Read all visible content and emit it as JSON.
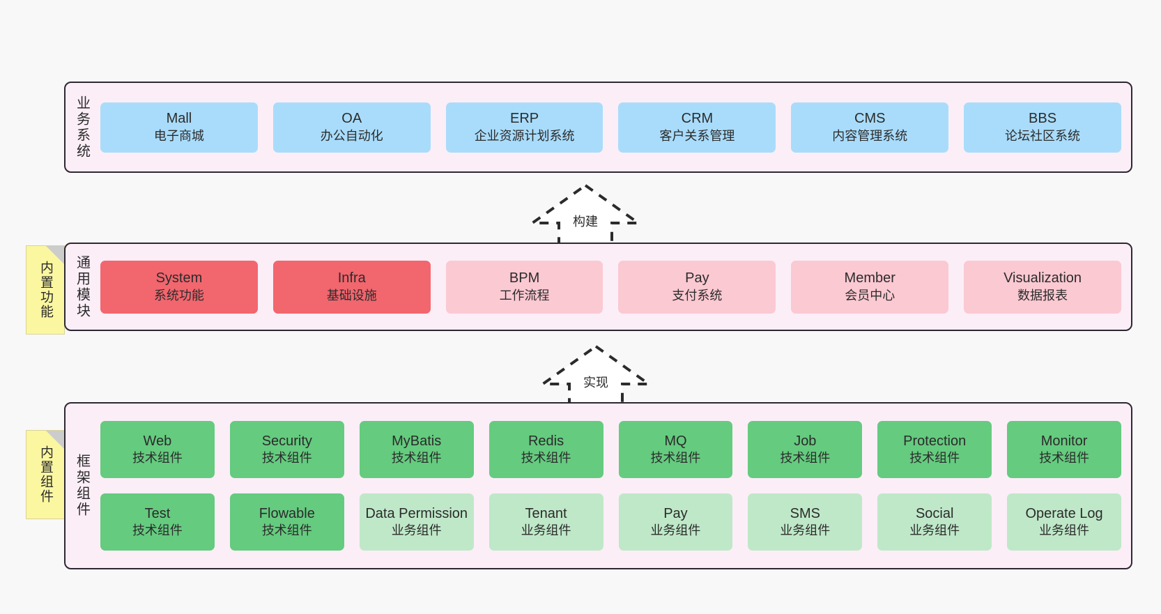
{
  "layers": [
    {
      "id": "business-system",
      "title": "业务系统",
      "rows": [
        [
          {
            "name": "mall",
            "l1": "Mall",
            "l2": "电子商城",
            "color": "c-blue"
          },
          {
            "name": "oa",
            "l1": "OA",
            "l2": "办公自动化",
            "color": "c-blue"
          },
          {
            "name": "erp",
            "l1": "ERP",
            "l2": "企业资源计划系统",
            "color": "c-blue"
          },
          {
            "name": "crm",
            "l1": "CRM",
            "l2": "客户关系管理",
            "color": "c-blue"
          },
          {
            "name": "cms",
            "l1": "CMS",
            "l2": "内容管理系统",
            "color": "c-blue"
          },
          {
            "name": "bbs",
            "l1": "BBS",
            "l2": "论坛社区系统",
            "color": "c-blue"
          }
        ]
      ]
    },
    {
      "id": "common-module",
      "title": "通用模块",
      "note": "内置功能",
      "rows": [
        [
          {
            "name": "system",
            "l1": "System",
            "l2": "系统功能",
            "color": "c-red"
          },
          {
            "name": "infra",
            "l1": "Infra",
            "l2": "基础设施",
            "color": "c-red"
          },
          {
            "name": "bpm",
            "l1": "BPM",
            "l2": "工作流程",
            "color": "c-pink"
          },
          {
            "name": "pay",
            "l1": "Pay",
            "l2": "支付系统",
            "color": "c-pink"
          },
          {
            "name": "member",
            "l1": "Member",
            "l2": "会员中心",
            "color": "c-pink"
          },
          {
            "name": "visualization",
            "l1": "Visualization",
            "l2": "数据报表",
            "color": "c-pink"
          }
        ]
      ]
    },
    {
      "id": "framework-component",
      "title": "框架组件",
      "note": "内置组件",
      "rows": [
        [
          {
            "name": "web",
            "l1": "Web",
            "l2": "技术组件",
            "color": "c-green"
          },
          {
            "name": "security",
            "l1": "Security",
            "l2": "技术组件",
            "color": "c-green"
          },
          {
            "name": "mybatis",
            "l1": "MyBatis",
            "l2": "技术组件",
            "color": "c-green"
          },
          {
            "name": "redis",
            "l1": "Redis",
            "l2": "技术组件",
            "color": "c-green"
          },
          {
            "name": "mq",
            "l1": "MQ",
            "l2": "技术组件",
            "color": "c-green"
          },
          {
            "name": "job",
            "l1": "Job",
            "l2": "技术组件",
            "color": "c-green"
          },
          {
            "name": "protection",
            "l1": "Protection",
            "l2": "技术组件",
            "color": "c-green"
          },
          {
            "name": "monitor",
            "l1": "Monitor",
            "l2": "技术组件",
            "color": "c-green"
          }
        ],
        [
          {
            "name": "test",
            "l1": "Test",
            "l2": "技术组件",
            "color": "c-green"
          },
          {
            "name": "flowable",
            "l1": "Flowable",
            "l2": "技术组件",
            "color": "c-green"
          },
          {
            "name": "data-permission",
            "l1": "Data Permission",
            "l2": "业务组件",
            "color": "c-lightgreen"
          },
          {
            "name": "tenant",
            "l1": "Tenant",
            "l2": "业务组件",
            "color": "c-lightgreen"
          },
          {
            "name": "pay",
            "l1": "Pay",
            "l2": "业务组件",
            "color": "c-lightgreen"
          },
          {
            "name": "sms",
            "l1": "SMS",
            "l2": "业务组件",
            "color": "c-lightgreen"
          },
          {
            "name": "social",
            "l1": "Social",
            "l2": "业务组件",
            "color": "c-lightgreen"
          },
          {
            "name": "operate-log",
            "l1": "Operate Log",
            "l2": "业务组件",
            "color": "c-lightgreen"
          }
        ]
      ]
    }
  ],
  "connectors": [
    {
      "id": "build",
      "label": "构建"
    },
    {
      "id": "implement",
      "label": "实现"
    }
  ],
  "colors": {
    "panel_bg": "#fbeef7",
    "panel_border": "#2e2733",
    "blue": "#a9dcfb",
    "red": "#f2666e",
    "pink": "#fbc9d2",
    "green": "#65cb7f",
    "light_green": "#bfe8c8",
    "note_yellow": "#fbf7a0",
    "note_fold": "#cccccc",
    "canvas_bg": "#f8f8f8"
  }
}
